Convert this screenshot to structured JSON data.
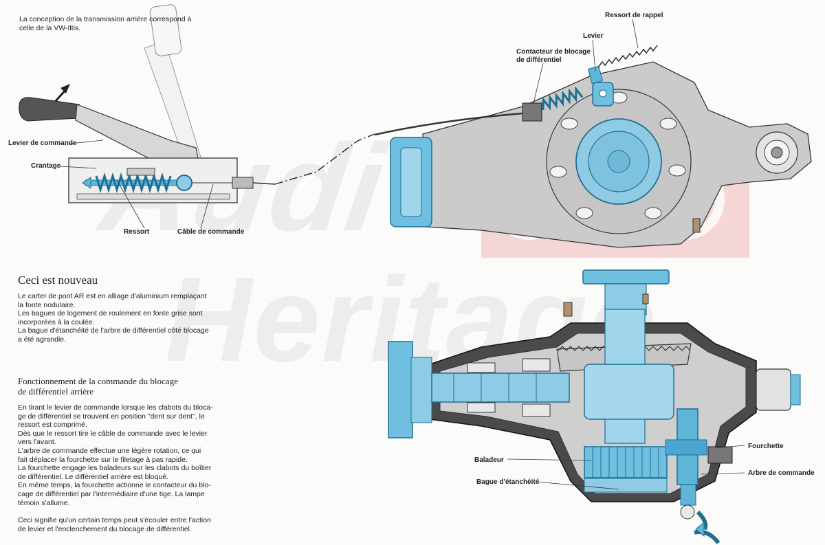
{
  "intro": {
    "line1": "La conception de la transmission arrière correspond à",
    "line2": "celle de la VW-Iltis."
  },
  "watermark": {
    "word1": "Audi",
    "word2": "Heritage"
  },
  "labels_top": {
    "levier_commande": "Levier de commande",
    "crantage": "Crantage",
    "ressort": "Ressort",
    "cable_commande": "Câble de commande",
    "ressort_rappel": "Ressort de rappel",
    "levier": "Levier",
    "contacteur_line1": "Contacteur de blocage",
    "contacteur_line2": "de différentiel"
  },
  "labels_bottom": {
    "fourchette": "Fourchette",
    "baladeur": "Baladeur",
    "arbre_commande": "Arbre de commande",
    "bague": "Bague d'étanchéité"
  },
  "section1": {
    "title": "Ceci est nouveau",
    "lines": [
      "Le carter de pont AR est en alliage d'aluminium remplaçant",
      "la fonte nodulaire.",
      "Les bagues de logement de roulement en fonte grise sont",
      "incorporées à la coulée.",
      "La bague d'étanchéité de l'arbre de différentiel côté blocage",
      "a été agrandie."
    ]
  },
  "section2": {
    "title_line1": "Fonctionnement de la commande du blocage",
    "title_line2": "de différentiel arrière",
    "lines": [
      "En tirant le levier de commande lorsque les clabots du bloca-",
      "ge de différentiel se trouvent en position \"dent sur dent\", le",
      "ressort est comprimé.",
      "Dès que le ressort tire le câble de commande avec le levier",
      "vers l'avant.",
      "L'arbre de commande effectue une légère rotation, ce qui",
      "fait déplacer la fourchette sur le filetage à pas rapide.",
      "La fourchette engage les baladeurs sur les clabots du boîtier",
      "de différentiel. Le différentiel arrière est bloqué.",
      "En même temps, la fourchette actionne le contacteur du blo-",
      "cage de différentiel par l'intermédiaire d'une tige. La lampe",
      "témoin s'allume."
    ],
    "closing_line1": "Ceci signifie qu'un certain temps peut s'écouler entre l'action",
    "closing_line2": "de levier et l'enclenchement du blocage de différentiel."
  },
  "colors": {
    "blue": "#5fb4d8",
    "grey": "#c9c9c9",
    "dark": "#2a2a2a",
    "logo_red": "#e8898c"
  }
}
